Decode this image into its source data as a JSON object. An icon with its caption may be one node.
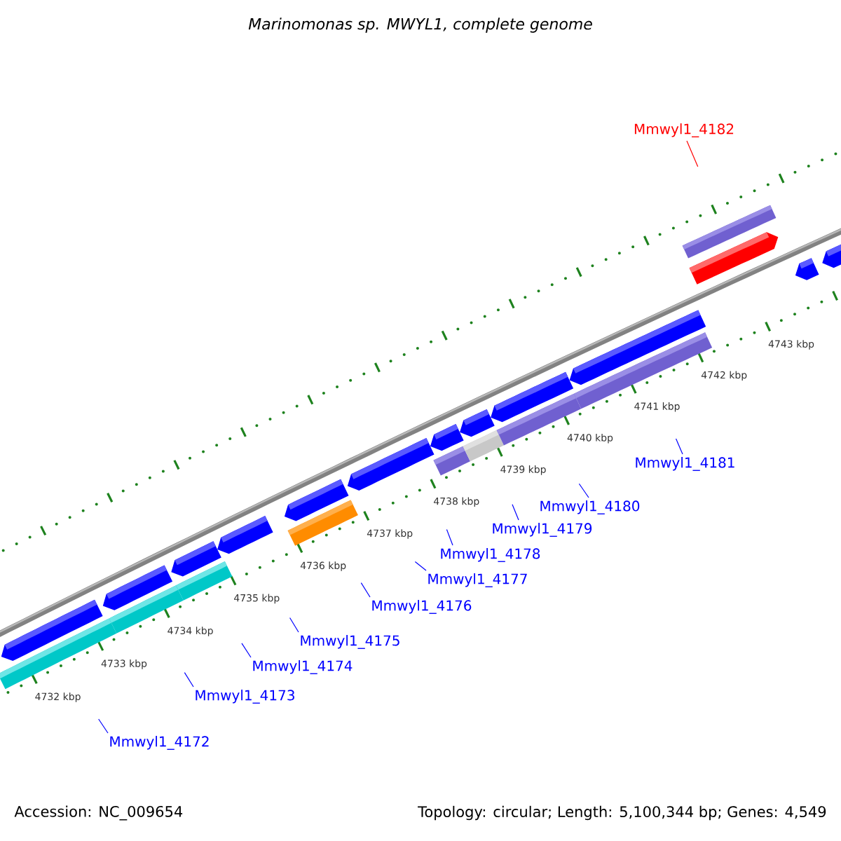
{
  "diagram": {
    "title": "Marinomonas sp. MWYL1, complete genome",
    "nodes": [
      {
        "text": [],
        "shape": "pentagon"
      },
      {
        "text": [],
        "shape": "bar"
      },
      {
        "text": [],
        "shape": "pentagon"
      },
      {
        "text": [],
        "shape": "bar"
      },
      {
        "text": [],
        "shape": "pentagon"
      },
      {
        "text": [],
        "shape": "bar"
      },
      {
        "text": [],
        "shape": "pentagon"
      },
      {
        "text": [],
        "shape": "pentagon"
      },
      {
        "text": [],
        "shape": "bar"
      },
      {
        "text": [],
        "shape": "pentagon"
      },
      {
        "text": [],
        "shape": "pentagon"
      },
      {
        "text": [],
        "shape": "bar"
      },
      {
        "text": [],
        "shape": "pentagon"
      },
      {
        "text": [],
        "shape": "bar"
      },
      {
        "text": [],
        "shape": "pentagon"
      },
      {
        "text": [],
        "shape": "bar"
      },
      {
        "text": [],
        "shape": "pentagon"
      },
      {
        "text": [],
        "shape": "bar"
      },
      {
        "text": [],
        "shape": "bar"
      },
      {
        "text": [],
        "shape": "pentagon"
      },
      {
        "text": [],
        "shape": "pentagon"
      },
      {
        "text": [],
        "shape": "pentagon"
      },
      {
        "text": [
          "Mmwyl1_4182"
        ]
      },
      {
        "text": [
          "Mmwyl1_4181"
        ]
      },
      {
        "text": [
          "Mmwyl1_4180"
        ]
      },
      {
        "text": [
          "Mmwyl1_4179"
        ]
      },
      {
        "text": [
          "Mmwyl1_4178"
        ]
      },
      {
        "text": [
          "Mmwyl1_4177"
        ]
      },
      {
        "text": [
          "Mmwyl1_4176"
        ]
      },
      {
        "text": [
          "Mmwyl1_4175"
        ]
      },
      {
        "text": [
          "Mmwyl1_4174"
        ]
      },
      {
        "text": [
          "Mmwyl1_4173"
        ]
      },
      {
        "text": [
          "Mmwyl1_4172"
        ]
      }
    ],
    "edges": [
      {
        "from": 22,
        "to": null,
        "arrow": "none",
        "color": "#ff0000"
      },
      {
        "from": 23,
        "to": null,
        "arrow": "none"
      },
      {
        "from": 24,
        "to": null,
        "arrow": "none"
      },
      {
        "from": 25,
        "to": null,
        "arrow": "none"
      },
      {
        "from": 26,
        "to": null,
        "arrow": "none"
      },
      {
        "from": 27,
        "to": null,
        "arrow": "none"
      },
      {
        "from": 28,
        "to": null,
        "arrow": "none"
      },
      {
        "from": 29,
        "to": null,
        "arrow": "none"
      },
      {
        "from": 30,
        "to": null,
        "arrow": "none"
      },
      {
        "from": 31,
        "to": null,
        "arrow": "none"
      },
      {
        "from": 32,
        "to": null,
        "arrow": "none"
      }
    ],
    "labels": [
      "4743 kbp",
      "4742 kbp",
      "4741 kbp",
      "4740 kbp",
      "4739 kbp",
      "4738 kbp",
      "4737 kbp",
      "4736 kbp",
      "4735 kbp",
      "4734 kbp",
      "4733 kbp",
      "4732 kbp",
      "Accession: NC_009654",
      "Topology: circular; Length: 5,100,344 bp; Genes: 4,549"
    ]
  }
}
